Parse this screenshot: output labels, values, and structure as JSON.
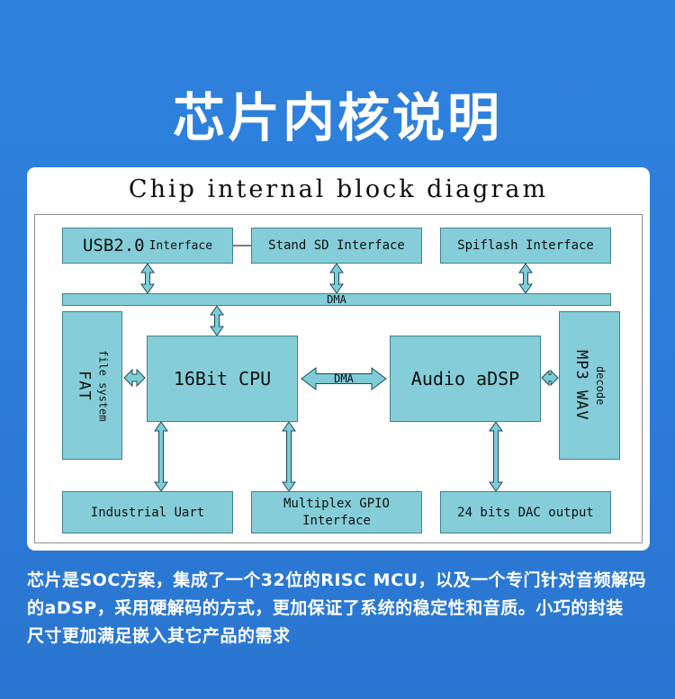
{
  "page_title": "芯片内核说明",
  "panel": {
    "heading": "Chip internal block diagram"
  },
  "diagram": {
    "usb": {
      "main": "USB2.0",
      "sub": "Interface"
    },
    "sd": {
      "label": "Stand SD Interface"
    },
    "spiflash": {
      "label": "Spiflash Interface"
    },
    "dma_bar": {
      "label": "DMA"
    },
    "fat": {
      "main": "FAT",
      "sub": "file system"
    },
    "cpu": {
      "label": "16Bit CPU"
    },
    "dma_link": {
      "label": "DMA"
    },
    "adsp": {
      "label": "Audio aDSP"
    },
    "mp3": {
      "main": "MP3 WAV",
      "sub": "decode"
    },
    "uart": {
      "label": "Industrial Uart"
    },
    "gpio": {
      "line1": "Multiplex GPIO",
      "line2": "Interface"
    },
    "dac": {
      "label": "24 bits DAC output"
    }
  },
  "description": {
    "line1": "芯片是SOC方案，集成了一个32位的RISC MCU，以及一个专门针对音频解码",
    "line2": "的aDSP，采用硬解码的方式，更加保证了系统的稳定性和音质。小巧的封装",
    "line3": "尺寸更加满足嵌入其它产品的需求"
  },
  "colors": {
    "background": "#2b7cd8",
    "panel_background": "#ffffff",
    "box_fill": "#85ced9",
    "box_border": "#44818d",
    "arrow_fill": "#7fccd9",
    "title_color": "#ffffff"
  }
}
